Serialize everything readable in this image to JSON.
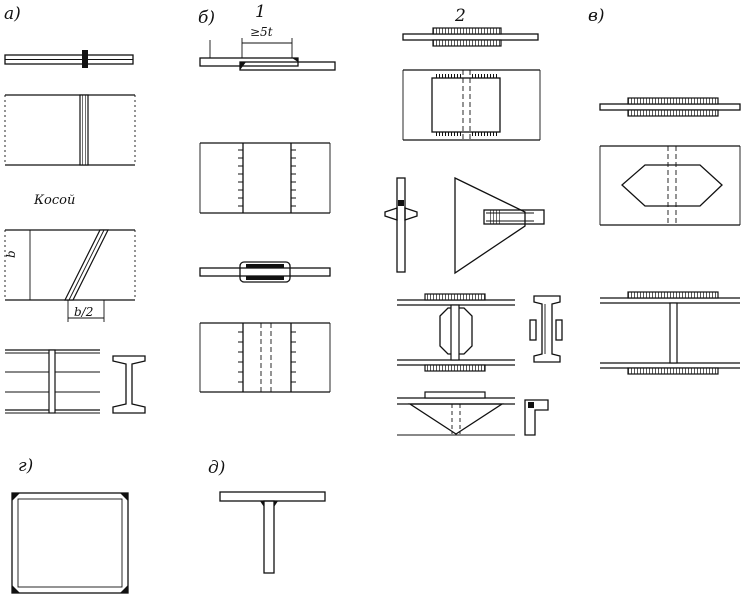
{
  "labels": {
    "a": "а)",
    "b": "б)",
    "v": "в)",
    "g": "г)",
    "d": "д)",
    "num1": "1",
    "num2": "2",
    "min_overlap": "≥5t",
    "oblique": "Косой",
    "width_b": "b",
    "half_b": "b/2"
  }
}
